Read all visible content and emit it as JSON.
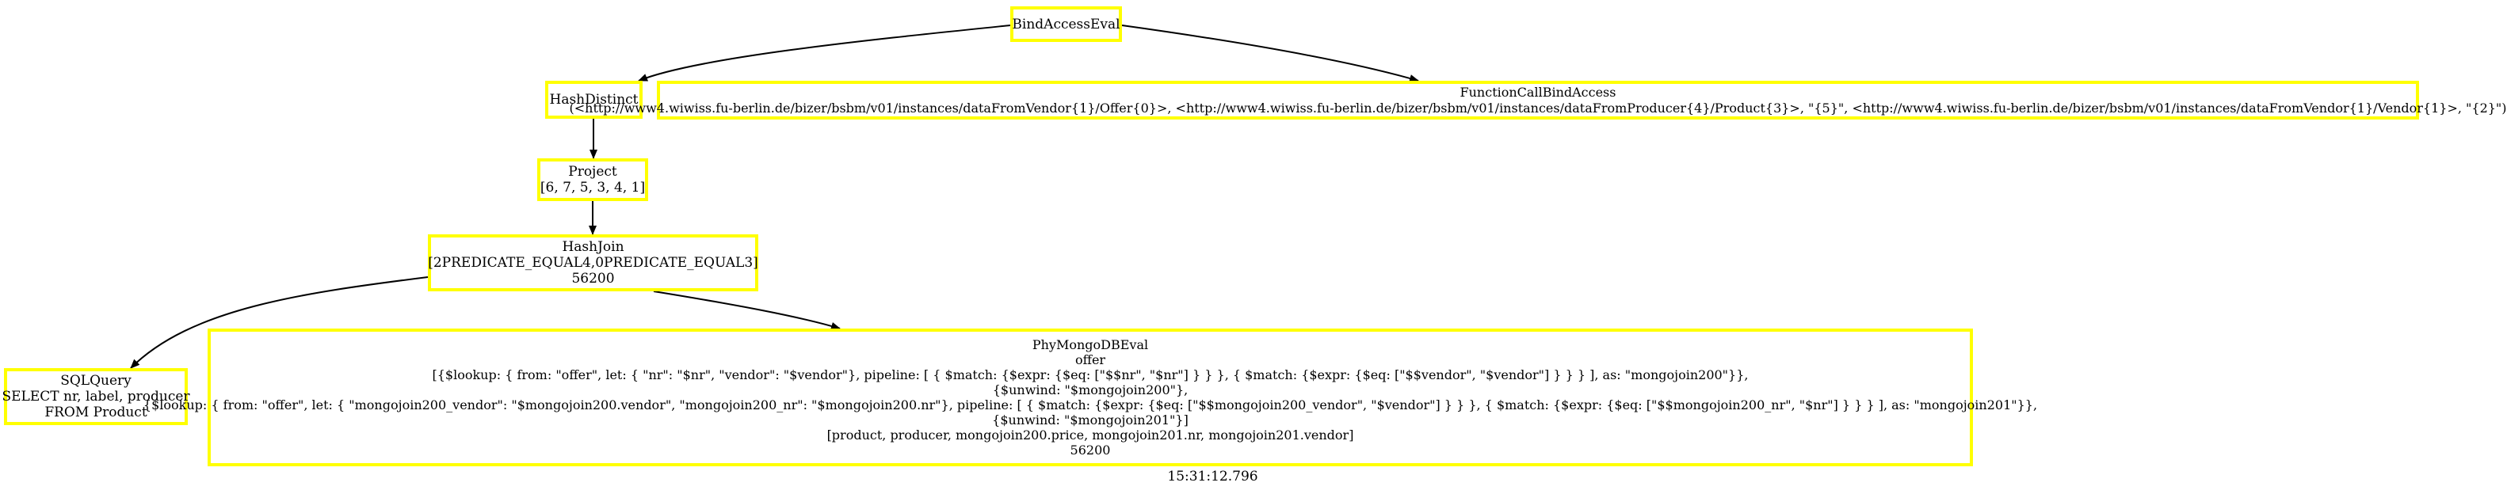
{
  "nodes": {
    "bind_access_eval": {
      "lines": [
        "BindAccessEval"
      ]
    },
    "hash_distinct": {
      "lines": [
        "HashDistinct"
      ]
    },
    "function_call_bind_access": {
      "lines": [
        "FunctionCallBindAccess",
        "(<http://www4.wiwiss.fu-berlin.de/bizer/bsbm/v01/instances/dataFromVendor{1}/Offer{0}>, <http://www4.wiwiss.fu-berlin.de/bizer/bsbm/v01/instances/dataFromProducer{4}/Product{3}>, \"{5}\", <http://www4.wiwiss.fu-berlin.de/bizer/bsbm/v01/instances/dataFromVendor{1}/Vendor{1}>, \"{2}\")"
      ]
    },
    "project": {
      "lines": [
        "Project",
        "[6, 7, 5, 3, 4, 1]"
      ]
    },
    "hash_join": {
      "lines": [
        "HashJoin",
        "[2PREDICATE_EQUAL4,0PREDICATE_EQUAL3]",
        "56200"
      ]
    },
    "sql_query": {
      "lines": [
        "SQLQuery",
        "SELECT nr, label, producer",
        "FROM Product"
      ]
    },
    "phy_mongodb_eval": {
      "lines": [
        "PhyMongoDBEval",
        "offer",
        "[{$lookup: { from: \"offer\", let: { \"nr\": \"$nr\", \"vendor\": \"$vendor\"}, pipeline: [ { $match: {$expr: {$eq: [\"$$nr\", \"$nr\"] } } }, { $match: {$expr: {$eq: [\"$$vendor\", \"$vendor\"] } } } ], as: \"mongojoin200\"}},",
        "{$unwind: \"$mongojoin200\"},",
        "{$lookup: { from: \"offer\", let: { \"mongojoin200_vendor\": \"$mongojoin200.vendor\", \"mongojoin200_nr\": \"$mongojoin200.nr\"}, pipeline: [ { $match: {$expr: {$eq: [\"$$mongojoin200_vendor\", \"$vendor\"] } } }, { $match: {$expr: {$eq: [\"$$mongojoin200_nr\", \"$nr\"] } } } ], as: \"mongojoin201\"}},",
        "{$unwind: \"$mongojoin201\"}]",
        "[product, producer, mongojoin200.price, mongojoin201.nr, mongojoin201.vendor]",
        "56200"
      ]
    }
  },
  "timestamp": "15:31:12.796",
  "colors": {
    "node_border": "#ffff00",
    "edge": "#000000"
  }
}
